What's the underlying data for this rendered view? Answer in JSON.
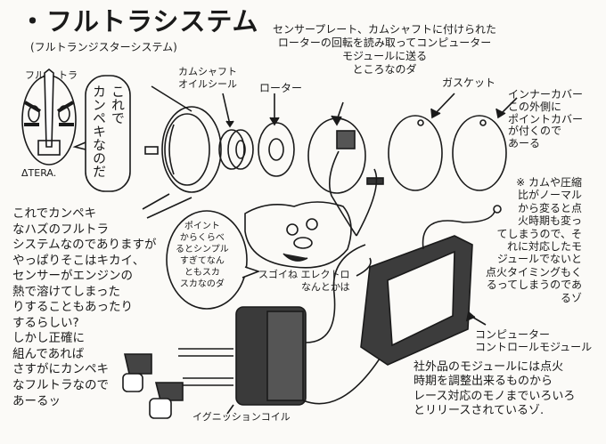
{
  "title": "・フルトラシステム",
  "subtitle": "(フルトランジスターシステム)",
  "mask": {
    "label_left": "フル",
    "label_right": "トラ",
    "maker": "ΔTERA."
  },
  "mask_bubble": "これで\nカンペキなのだ",
  "labels": {
    "oil_seal": "カムシャフト\nオイルシール",
    "rotor": "ローター",
    "sensor_plate": "センサープレート、カムシャフトに付けられた\nローターの回転を読み取ってコンピューター\nモジュールに送る\nところなのダ",
    "gasket": "ガスケット",
    "inner_cover": "インナーカバー\nこの外側に\nポイントカバー\nが付くので\nあーる",
    "ignition_coil": "イグニッションコイル",
    "module": "コンピューター\nコントロールモジュール"
  },
  "left_note": "これでカンペキ\nなハズのフルトラ\nシステムなのでありますが\nやっぱりそこはキカイ、\nセンサーがエンジンの\n熱で溶けてしまった\nりすることもあったり\nするらしい?\nしかし正確に\n組んであれば\nさすがにカンペキ\nなフルトラなので\nあーるッ",
  "pig_bubble": "ポイント\nからくらべ\nるとシンプル\nすぎてなん\nともスカ\nスカなのダ",
  "pig_caption": "スゴイね エレクトロ\nなんとかは",
  "right_note": "※ カムや圧縮\n比がノーマル\nから変ると点\n火時期も変っ\nてしまうので、そ\nれに対応したモ\nジュールでないと\n点火タイミングもく\nるってしまうのであ\nるゾ",
  "bottom_note": "社外品のモジュールには点火\n時期を調整出来るものから\nレース対応のモノまでいろいろ\nとリリースされているゾ."
}
